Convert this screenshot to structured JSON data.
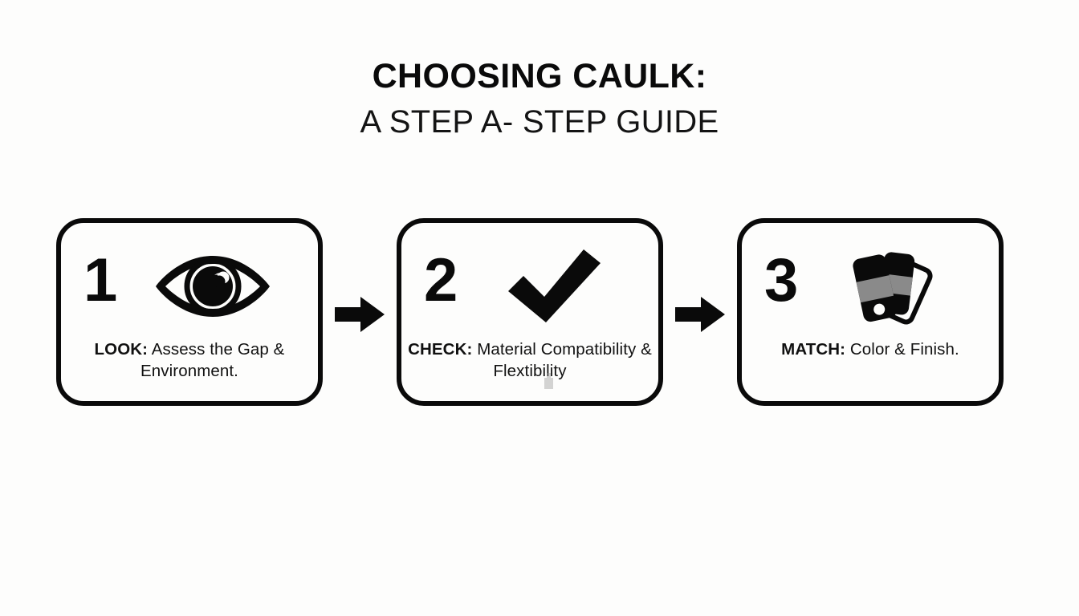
{
  "header": {
    "title_main": "CHOOSING CAULK:",
    "title_sub": "A STEP A- STEP GUIDE"
  },
  "colors": {
    "background": "#fdfdfc",
    "ink": "#0a0a0a",
    "swatch_grey": "#8a8a8a"
  },
  "steps": [
    {
      "number": "1",
      "icon": "eye-icon",
      "lead": "LOOK:",
      "body": " Assess the Gap & Environment."
    },
    {
      "number": "2",
      "icon": "checkmark-icon",
      "lead": "CHECK:",
      "body": " Material Compatibility & Flextibility"
    },
    {
      "number": "3",
      "icon": "color-swatches-icon",
      "lead": "MATCH:",
      "body": " Color & Finish."
    }
  ],
  "arrows": [
    {
      "name": "arrow-step-1-to-2"
    },
    {
      "name": "arrow-step-2-to-3"
    }
  ]
}
